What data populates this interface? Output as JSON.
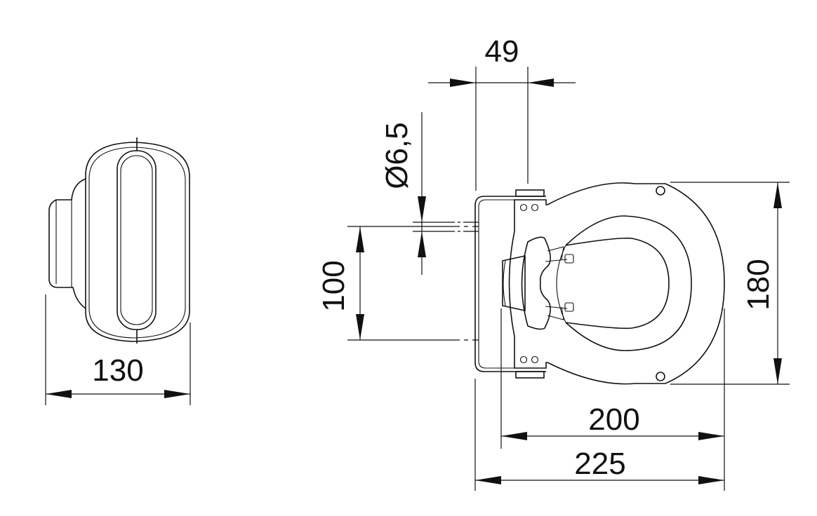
{
  "drawing": {
    "side_view": {
      "width_label": "130"
    },
    "front_view": {
      "offset_label": "49",
      "hole_label": "Ø6,5",
      "hole_spacing_label": "100",
      "height_label": "180",
      "depth_label": "200",
      "overall_depth_label": "225"
    }
  }
}
